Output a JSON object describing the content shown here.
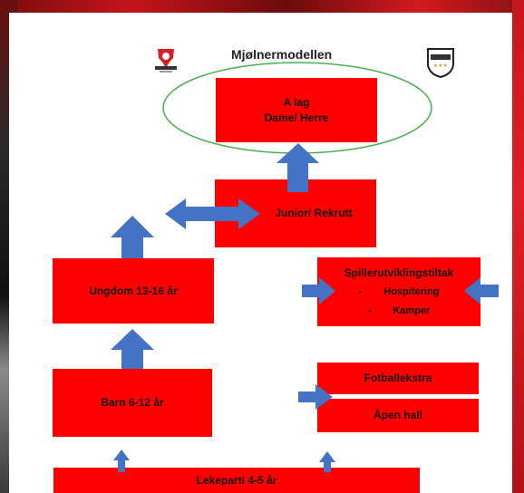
{
  "title": "Mjølnermodellen",
  "logos": {
    "left": "club-crest-icon",
    "right": "quality-badge-icon"
  },
  "boxes": {
    "a_lag": {
      "line1": "A lag",
      "line2": "Dame/ Herre"
    },
    "junior": "Junior/ Rekrutt",
    "ungdom": "Ungdom 13-16 år",
    "barn": "Barn 6-12 år",
    "lekeparti": "Lekeparti 4-5 år",
    "spiller": {
      "title": "Spillerutviklingstiltak",
      "items": [
        {
          "bullet": "-",
          "label": "Hospitering"
        },
        {
          "bullet": "-",
          "label": "Kamper"
        }
      ]
    },
    "fotballekstra": "Fotballekstra",
    "apen_hall": "Åpen hall"
  },
  "colors": {
    "box": "#ff0000",
    "arrow": "#4472c4",
    "ellipse": "#4caf50"
  }
}
